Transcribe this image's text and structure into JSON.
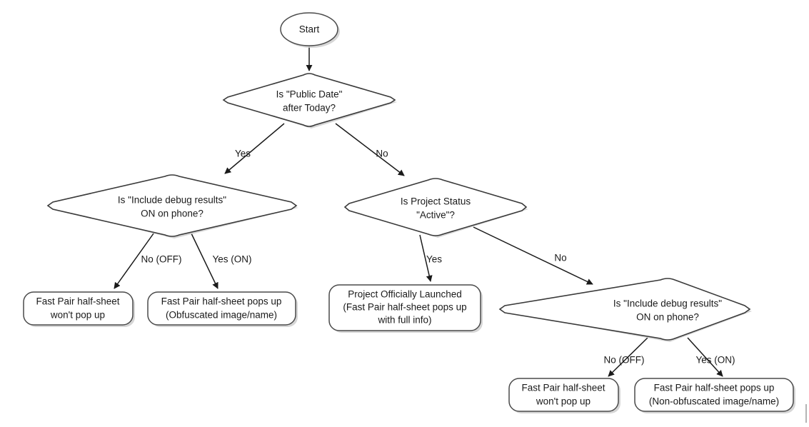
{
  "diagram": {
    "type": "flowchart",
    "title": "Fast Pair half-sheet visibility decision flow",
    "background_color": "#ffffff",
    "line_color": "#1a1a1a",
    "shape_stroke_color": "#3a3a3a",
    "shape_fill_color": "#ffffff",
    "shadow_color": "#cfcfcf"
  },
  "nodes": {
    "start": {
      "label": "Start",
      "shape": "ellipse"
    },
    "public_date": {
      "shape": "diamond",
      "line1": "Is \"Public Date\"",
      "line2": "after Today?"
    },
    "debug_left": {
      "shape": "diamond",
      "line1": "Is \"Include debug results\"",
      "line2": "ON on phone?"
    },
    "project_status": {
      "shape": "diamond",
      "line1": "Is Project Status",
      "line2": "\"Active\"?"
    },
    "debug_right": {
      "shape": "diamond",
      "line1": "Is \"Include debug results\"",
      "line2": "ON on phone?"
    },
    "result_left_off": {
      "shape": "rounded-rect",
      "line1": "Fast Pair half-sheet",
      "line2": "won't pop up"
    },
    "result_left_on": {
      "shape": "rounded-rect",
      "line1": "Fast Pair half-sheet pops up",
      "line2": "(Obfuscated image/name)"
    },
    "result_launched": {
      "shape": "rounded-rect",
      "line1": "Project Officially Launched",
      "line2": "(Fast Pair half-sheet pops up",
      "line3": "with full info)"
    },
    "result_right_off": {
      "shape": "rounded-rect",
      "line1": "Fast Pair half-sheet",
      "line2": "won't pop up"
    },
    "result_right_on": {
      "shape": "rounded-rect",
      "line1": "Fast Pair half-sheet pops up",
      "line2": "(Non-obfuscated image/name)"
    }
  },
  "edges": {
    "start_to_public_date": {
      "label": ""
    },
    "public_date_yes": {
      "label": "Yes"
    },
    "public_date_no": {
      "label": "No"
    },
    "debug_left_off": {
      "label": "No (OFF)"
    },
    "debug_left_on": {
      "label": "Yes (ON)"
    },
    "project_status_yes": {
      "label": "Yes"
    },
    "project_status_no": {
      "label": "No"
    },
    "debug_right_off": {
      "label": "No (OFF)"
    },
    "debug_right_on": {
      "label": "Yes (ON)"
    }
  }
}
